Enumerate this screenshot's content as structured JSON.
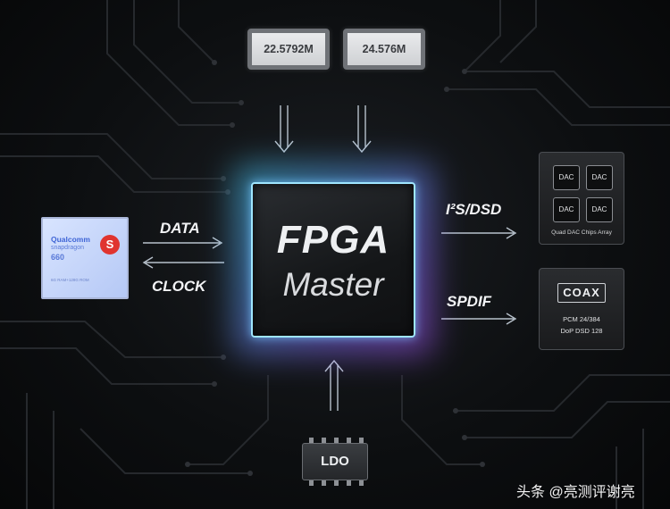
{
  "clocks": [
    "22.5792M",
    "24.576M"
  ],
  "fpga": {
    "title": "FPGA",
    "subtitle": "Master"
  },
  "soc": {
    "brand": "Qualcomm",
    "line": "snapdragon",
    "model": "660",
    "spec": "6G RAM+128G ROM",
    "logo_glyph": "S"
  },
  "signals": {
    "data": "DATA",
    "clock": "CLOCK",
    "i2s": "I²S/DSD",
    "spdif": "SPDIF"
  },
  "dac_array": {
    "chips": [
      "DAC",
      "DAC",
      "DAC",
      "DAC"
    ],
    "caption": "Quad DAC Chips Array"
  },
  "coax": {
    "label": "COAX",
    "spec_line1": "PCM 24/384",
    "spec_line2": "DoP DSD 128"
  },
  "ldo": "LDO",
  "watermark": "头条 @亮测评谢亮",
  "colors": {
    "background": "#0b0c0e",
    "trace": "#2a2d31",
    "arrow": "#b8c2cc",
    "fpga_glow_left": "#4ad7ff",
    "fpga_glow_right": "#b056ff",
    "soc_logo": "#e0342f"
  }
}
